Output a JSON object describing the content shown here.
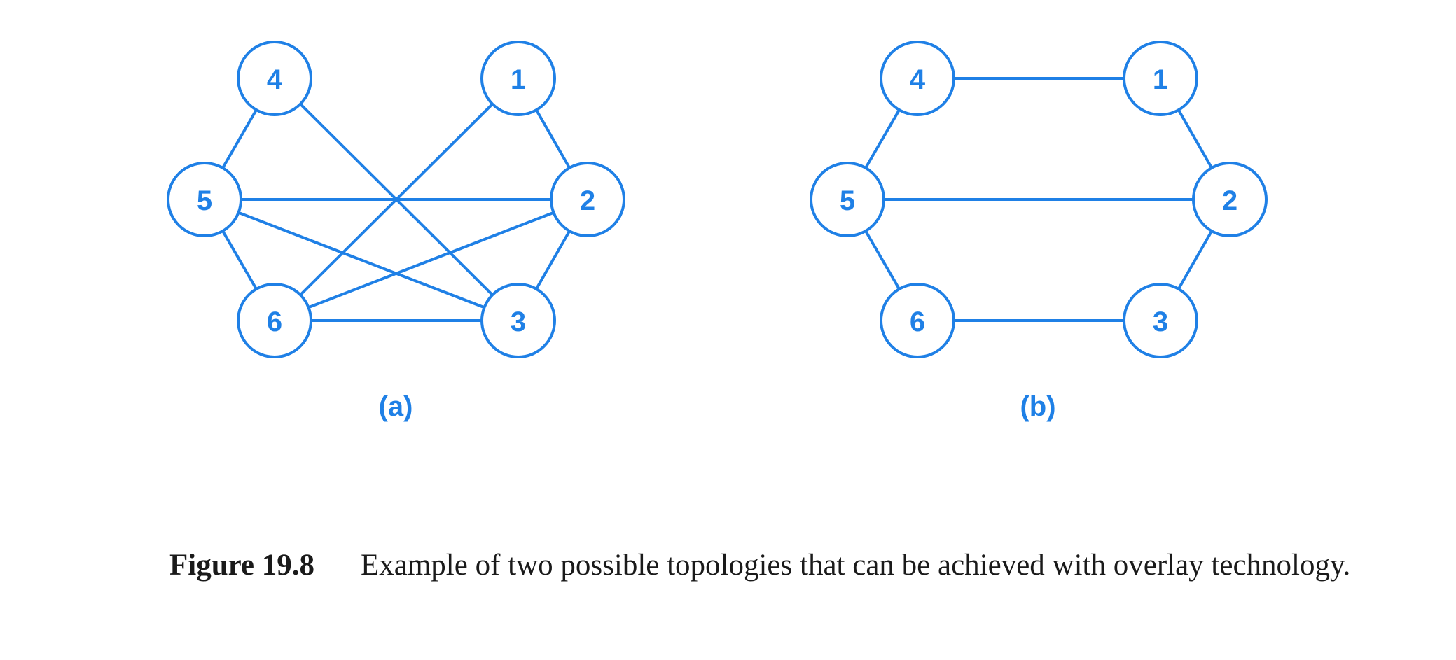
{
  "colors": {
    "diagram": "#1f80e6",
    "caption_text": "#1a1a1a",
    "background": "#ffffff"
  },
  "panels": [
    {
      "id": "a",
      "label": "(a)",
      "nodes": [
        "4",
        "1",
        "5",
        "2",
        "6",
        "3"
      ],
      "edges": [
        [
          "4",
          "5"
        ],
        [
          "4",
          "3"
        ],
        [
          "1",
          "6"
        ],
        [
          "1",
          "2"
        ],
        [
          "5",
          "2"
        ],
        [
          "5",
          "3"
        ],
        [
          "5",
          "6"
        ],
        [
          "6",
          "2"
        ],
        [
          "6",
          "3"
        ],
        [
          "2",
          "3"
        ]
      ]
    },
    {
      "id": "b",
      "label": "(b)",
      "nodes": [
        "4",
        "1",
        "5",
        "2",
        "6",
        "3"
      ],
      "edges": [
        [
          "4",
          "1"
        ],
        [
          "4",
          "5"
        ],
        [
          "1",
          "2"
        ],
        [
          "5",
          "2"
        ],
        [
          "5",
          "6"
        ],
        [
          "6",
          "3"
        ],
        [
          "2",
          "3"
        ]
      ]
    }
  ],
  "caption": {
    "label": "Figure 19.8",
    "text": "Example of two possible topologies that can be achieved with overlay technology."
  }
}
